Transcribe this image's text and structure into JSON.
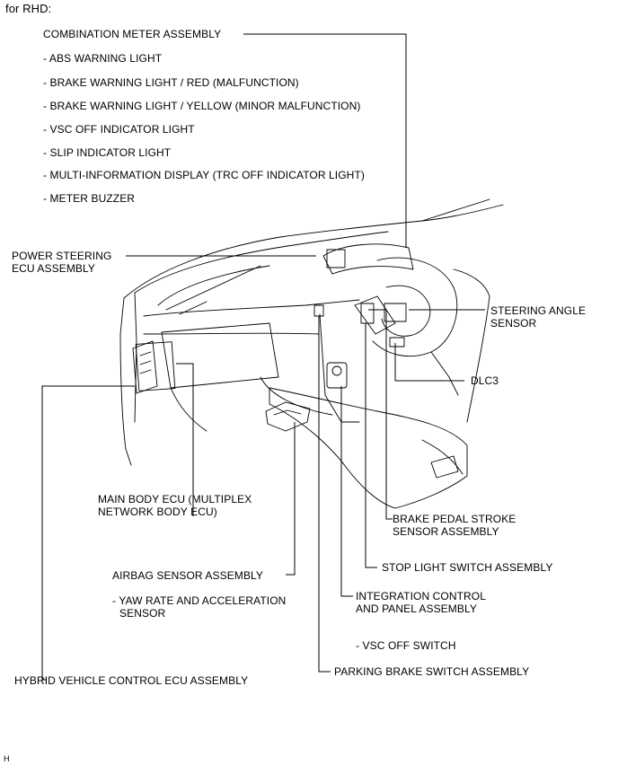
{
  "header": {
    "text": "for RHD:"
  },
  "meter": {
    "title": "COMBINATION METER ASSEMBLY",
    "items": [
      "- ABS WARNING LIGHT",
      "- BRAKE WARNING LIGHT / RED (MALFUNCTION)",
      "- BRAKE WARNING LIGHT / YELLOW (MINOR MALFUNCTION)",
      "- VSC OFF INDICATOR LIGHT",
      "- SLIP INDICATOR LIGHT",
      "- MULTI-INFORMATION DISPLAY (TRC OFF INDICATOR LIGHT)",
      "- METER BUZZER"
    ]
  },
  "labels": {
    "power_steering_1": "POWER STEERING",
    "power_steering_2": "ECU ASSEMBLY",
    "steering_angle_1": "STEERING ANGLE",
    "steering_angle_2": "SENSOR",
    "dlc3": "DLC3",
    "main_body_1": "MAIN BODY ECU (MULTIPLEX",
    "main_body_2": "NETWORK BODY ECU)",
    "brake_pedal_1": "BRAKE PEDAL STROKE",
    "brake_pedal_2": "SENSOR ASSEMBLY",
    "stop_light": "STOP LIGHT SWITCH ASSEMBLY",
    "airbag": "AIRBAG SENSOR ASSEMBLY",
    "yaw_rate_1": "- YAW RATE AND ACCELERATION",
    "yaw_rate_2": "SENSOR",
    "integration_1": "INTEGRATION CONTROL",
    "integration_2": "AND PANEL ASSEMBLY",
    "vsc_off_switch": "- VSC OFF SWITCH",
    "parking_brake": "PARKING BRAKE SWITCH ASSEMBLY",
    "hybrid_ecu": "HYBRID VEHICLE CONTROL ECU ASSEMBLY"
  },
  "footer": {
    "mark": "H"
  }
}
